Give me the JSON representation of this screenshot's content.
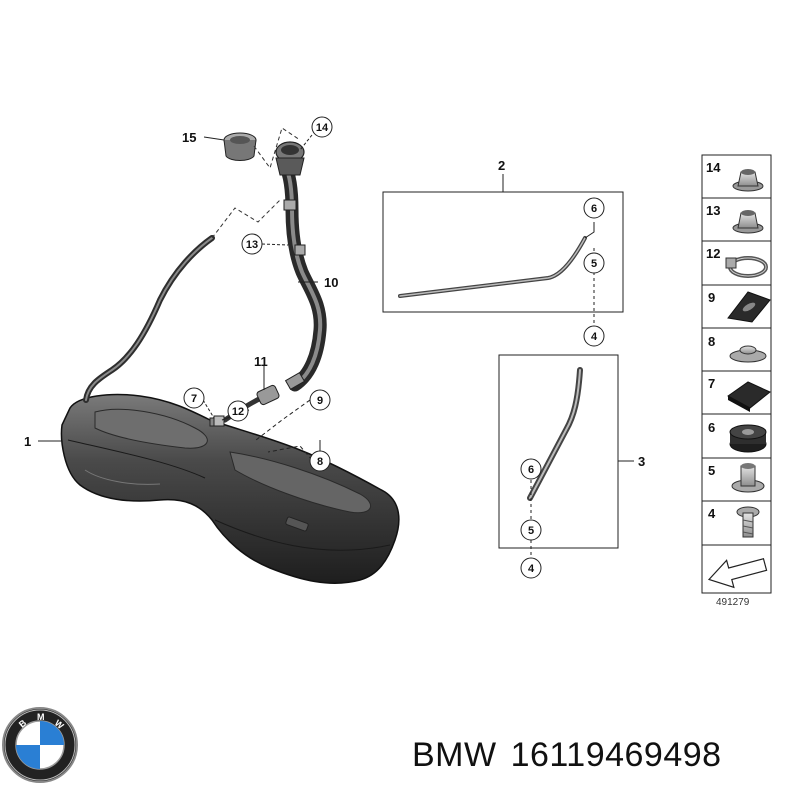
{
  "diagram": {
    "callouts": {
      "c1": "1",
      "c2": "2",
      "c3": "3",
      "c4a": "4",
      "c4b": "4",
      "c5a": "5",
      "c5b": "5",
      "c6a": "6",
      "c6b": "6",
      "c7": "7",
      "c8": "8",
      "c9": "9",
      "c10": "10",
      "c11": "11",
      "c12": "12",
      "c13": "13",
      "c14": "14",
      "c15": "15"
    },
    "parts_column": [
      "14",
      "13",
      "12",
      "9",
      "8",
      "7",
      "6",
      "5",
      "4"
    ],
    "reference_number": "491279"
  },
  "caption": {
    "brand": "BMW",
    "part_number": "16119469498"
  },
  "colors": {
    "tank": "#3c3c3c",
    "tank_highlight": "#6a6a6a",
    "line": "#222222",
    "bmw_blue": "#2a7fd4"
  },
  "icons": [
    "bmw-logo-icon",
    "arrow-icon",
    "nut-icon",
    "clamp-icon",
    "grommet-icon",
    "pad-icon",
    "bolt-icon"
  ]
}
